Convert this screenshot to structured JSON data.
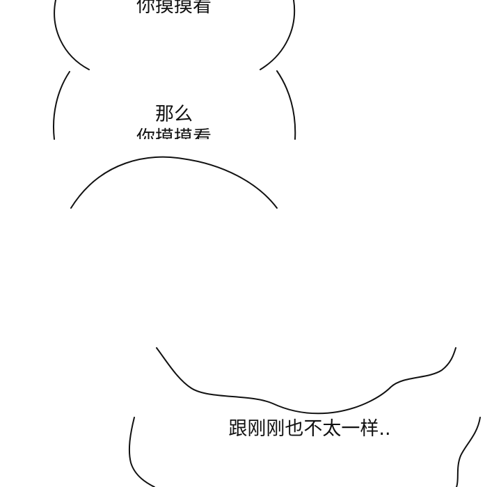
{
  "comic": {
    "bubble_1_text": "你摸摸看",
    "bubble_2_line_1": "那么",
    "bubble_2_line_2": "你摸摸看",
    "bubble_3_text": "跟刚刚也不太一样.."
  },
  "colors": {
    "background": "#ffffff",
    "ink": "#111111"
  }
}
